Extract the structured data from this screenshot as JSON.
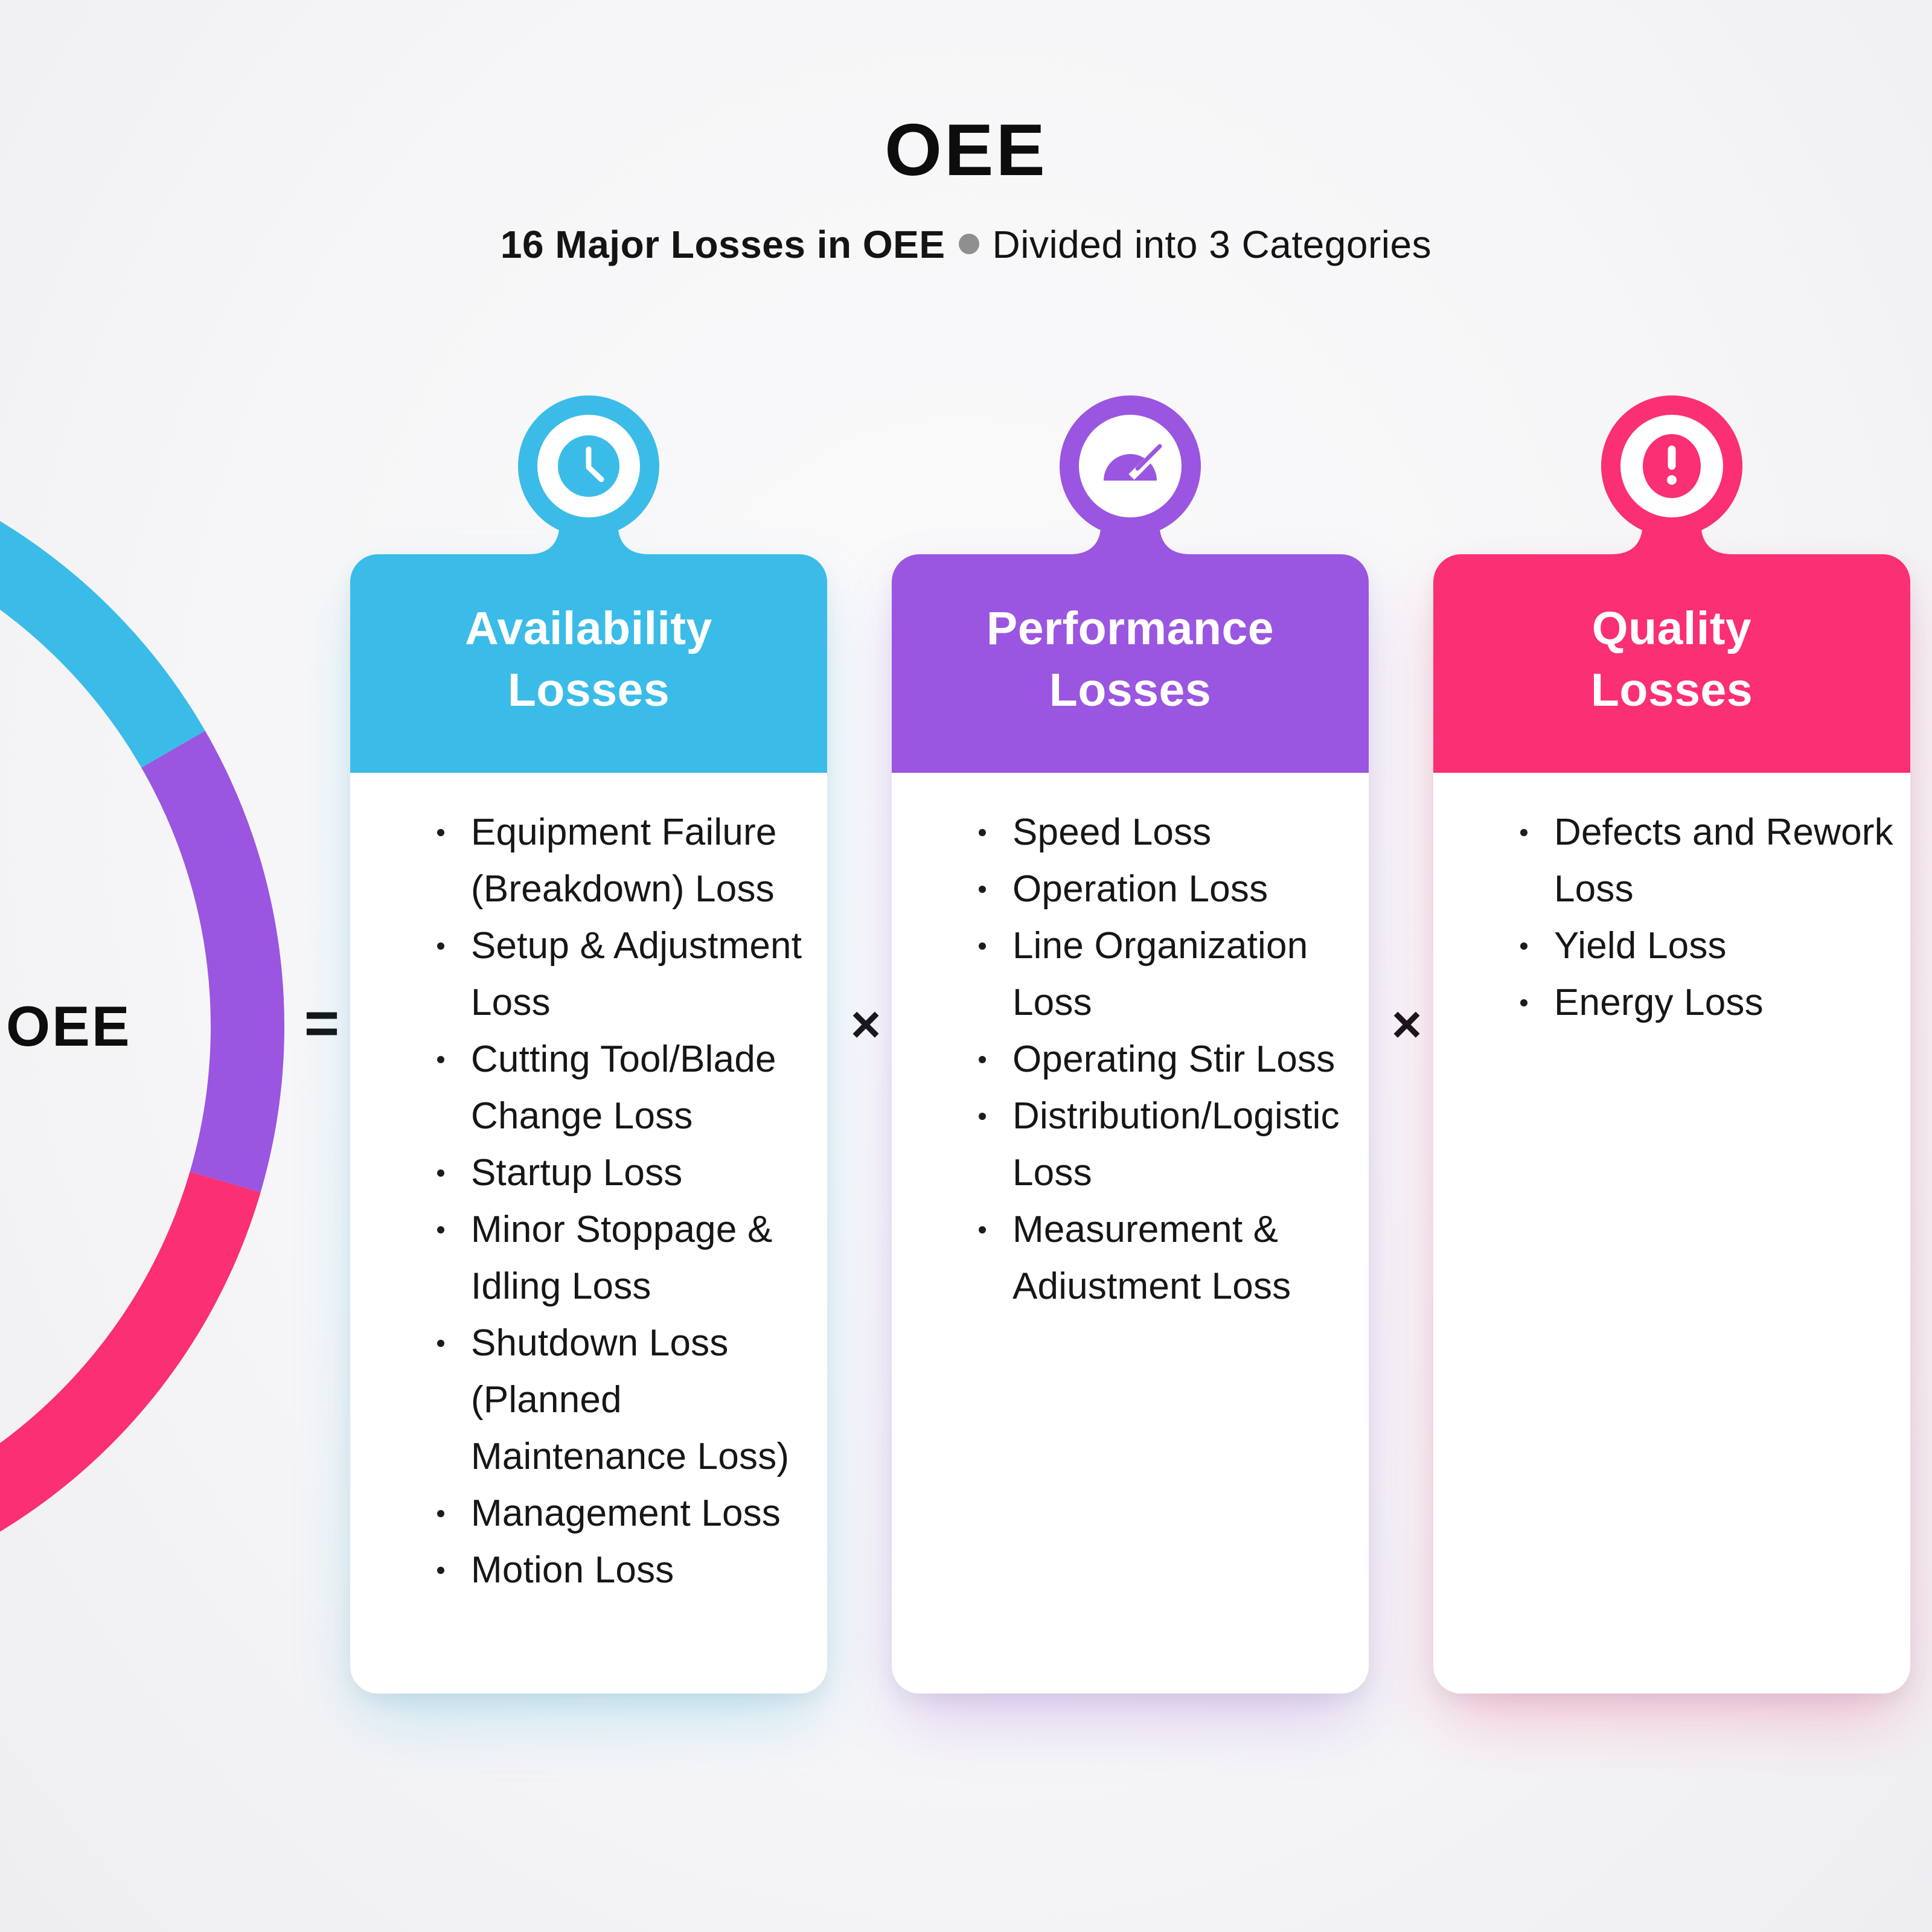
{
  "header": {
    "title": "OEE",
    "subtitle_bold": "16 Major Losses in OEE",
    "subtitle_rest": "Divided into 3 Categories"
  },
  "diagram": {
    "ring_label": "OEE",
    "equals_sign": "=",
    "multiply_sign": "×",
    "ring_segments": [
      "availability",
      "performance",
      "quality"
    ]
  },
  "colors": {
    "availability": "#3bbce8",
    "performance": "#9a56e0",
    "quality": "#fb2f73",
    "subtitle_dot_gray": "#8f8f8f",
    "background": "#f6f6f8",
    "text_dark": "#141414"
  },
  "cards": [
    {
      "id": "availability",
      "title_line1": "Availability",
      "title_line2": "Losses",
      "icon": "clock-icon",
      "color": "#3bbce8",
      "items": [
        "Equipment Failure\n(Breakdown) Loss",
        "Setup & Adjustment\nLoss",
        "Cutting Tool/Blade\nChange Loss",
        "Startup Loss",
        "Minor Stoppage &\nIdling Loss",
        "Shutdown Loss\n(Planned\nMaintenance Loss)",
        "Management Loss",
        "Motion Loss"
      ]
    },
    {
      "id": "performance",
      "title_line1": "Performance",
      "title_line2": "Losses",
      "icon": "gauge-icon",
      "color": "#9a56e0",
      "items": [
        "Speed Loss",
        "Operation Loss",
        "Line Organization\nLoss",
        "Operating Stir Loss",
        "Distribution/Logistic\nLoss",
        "Measurement &\nAdiustment Loss"
      ]
    },
    {
      "id": "quality",
      "title_line1": "Quality",
      "title_line2": "Losses",
      "icon": "alert-icon",
      "color": "#fb2f73",
      "items": [
        "Defects and Rework\nLoss",
        "Yield Loss",
        "Energy Loss"
      ]
    }
  ]
}
